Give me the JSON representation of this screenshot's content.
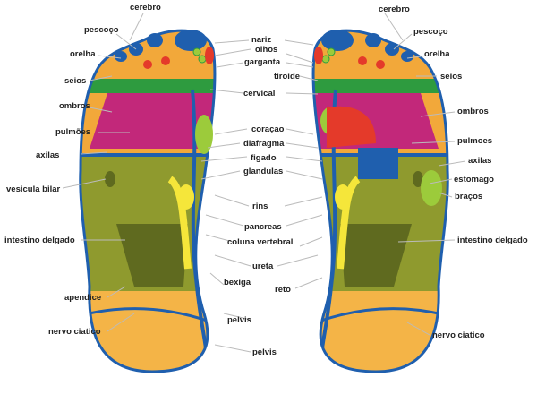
{
  "title": "Reflexologia podal",
  "colors": {
    "orange": "#f2a83a",
    "magenta": "#c2287a",
    "green": "#2e9b3f",
    "lime": "#9ccb3b",
    "olive": "#8f9a2e",
    "darkolive": "#5f6a1f",
    "blue": "#1f5fae",
    "yellow": "#f5e63a",
    "red": "#e43a2a",
    "heel": "#f4b447"
  },
  "labels": {
    "cerebro_l": "cerebro",
    "pescoco_l": "pescoço",
    "orelha_l": "orelha",
    "seios_l": "seios",
    "ombros_l": "ombros",
    "pulmoes_l": "pulmões",
    "axilas_l": "axilas",
    "vesicula": "vesicula bilar",
    "intestino_l": "intestino delgado",
    "apendice": "apendice",
    "nervo_l": "nervo ciatico",
    "nariz": "nariz",
    "olhos": "olhos",
    "garganta": "garganta",
    "tiroide": "tiroide",
    "cervical": "cervical",
    "coracao": "coraçao",
    "diafragma": "diafragma",
    "figado": "figado",
    "glandulas": "glandulas",
    "rins": "rins",
    "pancreas": "pancreas",
    "coluna": "coluna vertebral",
    "ureta": "ureta",
    "bexiga": "bexiga",
    "reto": "reto",
    "pelvis_1": "pelvis",
    "pelvis_2": "pelvis",
    "cerebro_r": "cerebro",
    "pescoco_r": "pescoço",
    "orelha_r": "orelha",
    "seios_r": "seios",
    "ombros_r": "ombros",
    "pulmoes_r": "pulmoes",
    "axilas_r": "axilas",
    "estomago": "estomago",
    "bracos": "braços",
    "intestino_r": "intestino delgado",
    "nervo_r": "nervo ciatico"
  }
}
